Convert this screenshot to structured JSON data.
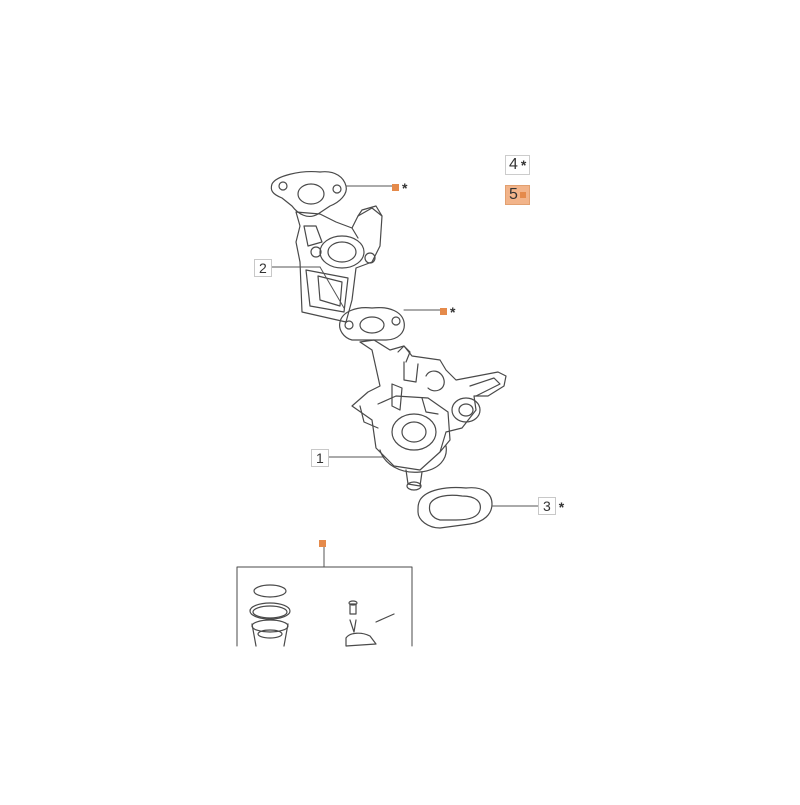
{
  "legend": {
    "item4": {
      "number": "4",
      "symbol": "*"
    },
    "item5": {
      "number": "5",
      "symbol": "■"
    }
  },
  "callouts": {
    "part1": "1",
    "part2": "2",
    "part3": {
      "number": "3",
      "symbol": "*"
    },
    "gasket_top": {
      "symbol": "*"
    },
    "gasket_mid": {
      "symbol": "*"
    }
  },
  "colors": {
    "accent_orange": "#e58a4b",
    "line": "#4a4a4a",
    "callout_border": "#c8c8c8"
  }
}
